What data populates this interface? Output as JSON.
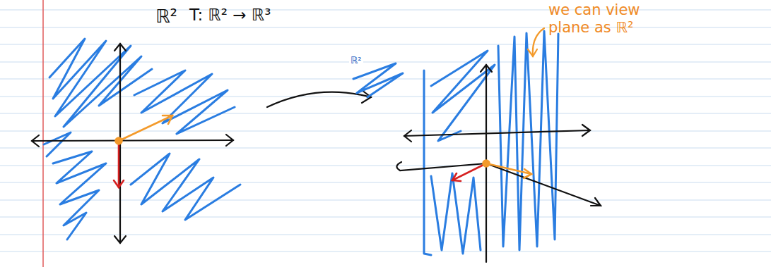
{
  "diagram": {
    "labels": [
      "ℝ²",
      "T: ℝ² → ℝ³",
      "we can view plane as ℝ²",
      "ℝ²"
    ]
  }
}
